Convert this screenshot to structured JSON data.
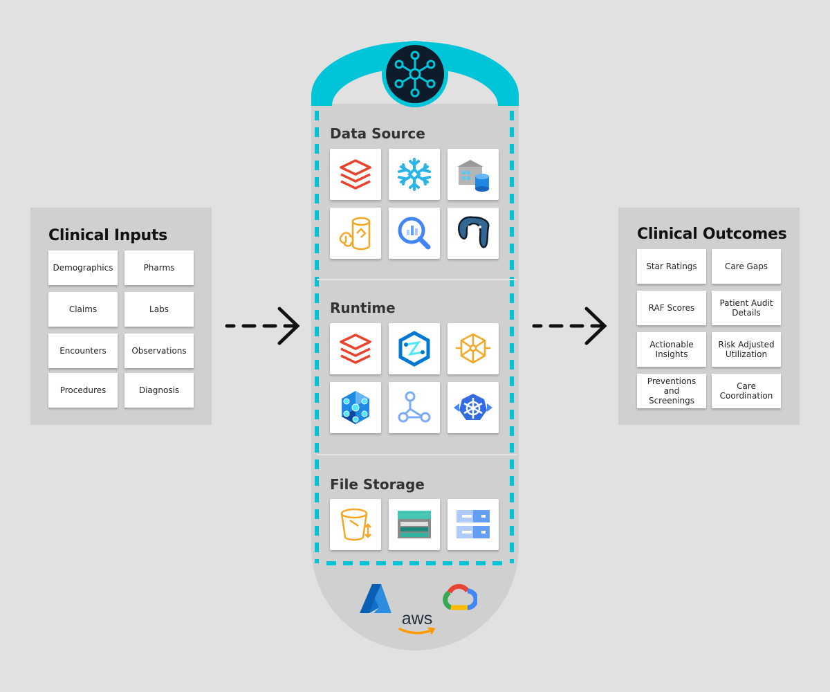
{
  "inputs": {
    "title": "Clinical Inputs",
    "items": [
      "Demographics",
      "Pharms",
      "Claims",
      "Labs",
      "Encounters",
      "Observations",
      "Procedures",
      "Diagnosis"
    ]
  },
  "outcomes": {
    "title": "Clinical Outcomes",
    "items": [
      "Star Ratings",
      "Care Gaps",
      "RAF Scores",
      "Patient Audit Details",
      "Actionable Insights",
      "Risk Adjusted Utilization",
      "Preventions and Screenings",
      "Care Coordination"
    ]
  },
  "sections": {
    "data_source": {
      "title": "Data Source",
      "icons": [
        "databricks-icon",
        "snowflake-icon",
        "data-warehouse-icon",
        "ml-database-icon",
        "bigquery-icon",
        "postgresql-icon"
      ]
    },
    "runtime": {
      "title": "Runtime",
      "icons": [
        "databricks-icon",
        "synapse-icon",
        "sagemaker-network-icon",
        "hexagon-cluster-icon",
        "pipeline-graph-icon",
        "kubernetes-icon"
      ]
    },
    "file_storage": {
      "title": "File Storage",
      "icons": [
        "s3-bucket-icon",
        "blob-storage-icon",
        "cloud-storage-icon"
      ]
    }
  },
  "clouds": [
    "azure-logo",
    "aws-logo",
    "google-cloud-logo"
  ],
  "cloud_text": {
    "aws": "aws"
  },
  "colors": {
    "accent": "#00c5d8",
    "hub": "#0d1b2a",
    "panel": "#d0d0d0",
    "background": "#e1e1e1"
  }
}
